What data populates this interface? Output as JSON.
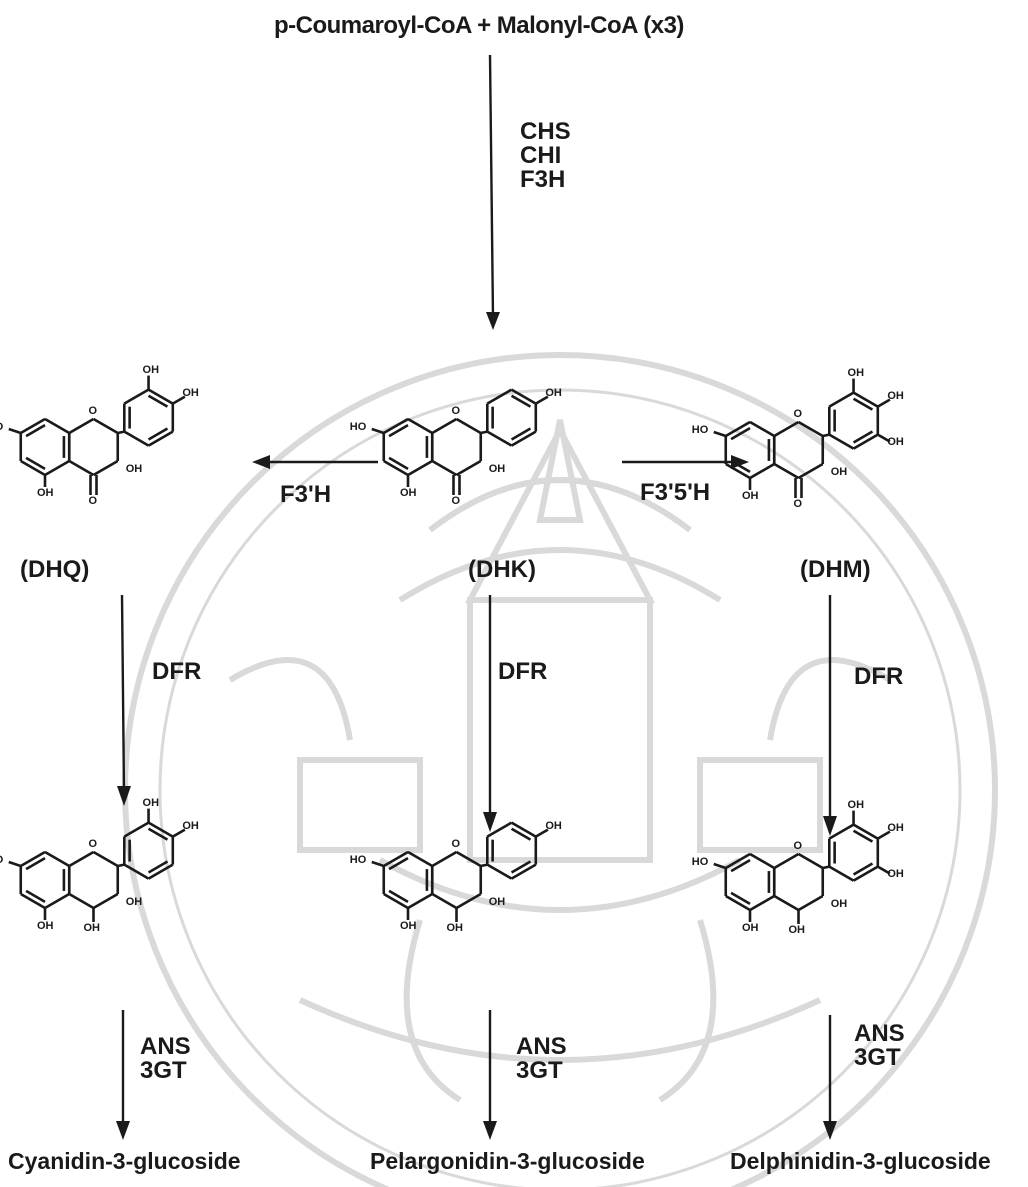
{
  "precursor": "p-Coumaroyl-CoA + Malonyl-CoA (x3)",
  "enzymes": {
    "top": [
      "CHS",
      "CHI",
      "F3H"
    ],
    "left_branch": "F3'H",
    "right_branch": "F3'5'H",
    "dfr": "DFR",
    "final": [
      "ANS",
      "3GT"
    ]
  },
  "compounds": {
    "dhq": "(DHQ)",
    "dhk": "(DHK)",
    "dhm": "(DHM)"
  },
  "products": {
    "cyanidin": "Cyanidin-3-glucoside",
    "pelargonidin": "Pelargonidin-3-glucoside",
    "delphinidin": "Delphinidin-3-glucoside"
  },
  "oh_label": "OH",
  "o_label": "O",
  "ho_label": "HO",
  "colors": {
    "ink": "#1a1a1a",
    "watermark": "#d9d9d9"
  }
}
